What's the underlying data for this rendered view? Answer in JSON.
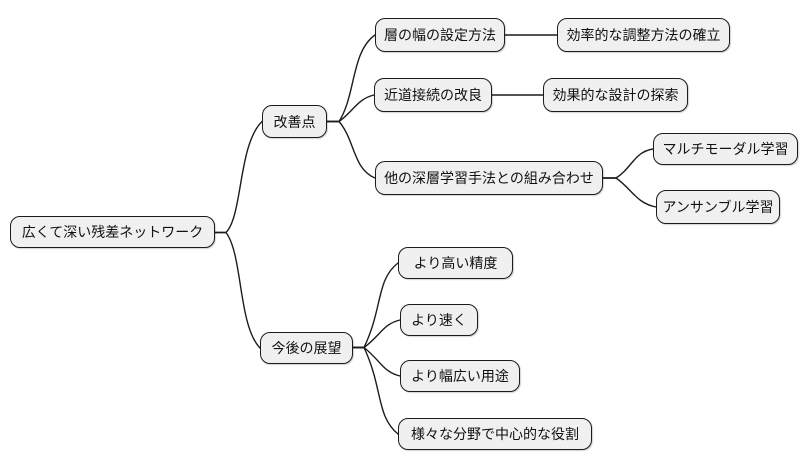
{
  "diagram": {
    "type": "mindmap",
    "colors": {
      "background": "#ffffff",
      "node_fill": "#f0f0f0",
      "node_border": "#1c1c1c",
      "edge": "#1c1c1c"
    },
    "root": {
      "label": "広くて深い残差ネットワーク"
    },
    "branches": [
      {
        "label": "改善点",
        "children": [
          {
            "label": "層の幅の設定方法",
            "children": [
              {
                "label": "効率的な調整方法の確立"
              }
            ]
          },
          {
            "label": "近道接続の改良",
            "children": [
              {
                "label": "効果的な設計の探索"
              }
            ]
          },
          {
            "label": "他の深層学習手法との組み合わせ",
            "children": [
              {
                "label": "マルチモーダル学習"
              },
              {
                "label": "アンサンブル学習"
              }
            ]
          }
        ]
      },
      {
        "label": "今後の展望",
        "children": [
          {
            "label": "より高い精度"
          },
          {
            "label": "より速く"
          },
          {
            "label": "より幅広い用途"
          },
          {
            "label": "様々な分野で中心的な役割"
          }
        ]
      }
    ]
  }
}
